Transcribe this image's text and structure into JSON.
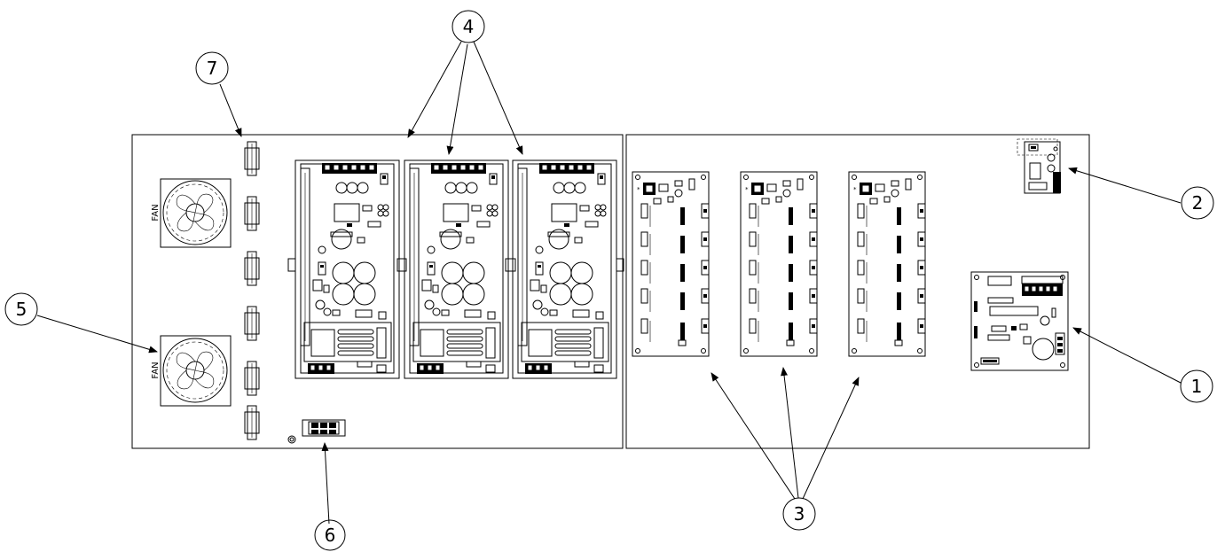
{
  "fan_labels": [
    "FAN",
    "FAN"
  ],
  "callouts": {
    "c1": "1",
    "c2": "2",
    "c3": "3",
    "c4": "4",
    "c5": "5",
    "c6": "6",
    "c7": "7"
  },
  "colors": {
    "line": "#000000",
    "background": "#ffffff"
  }
}
